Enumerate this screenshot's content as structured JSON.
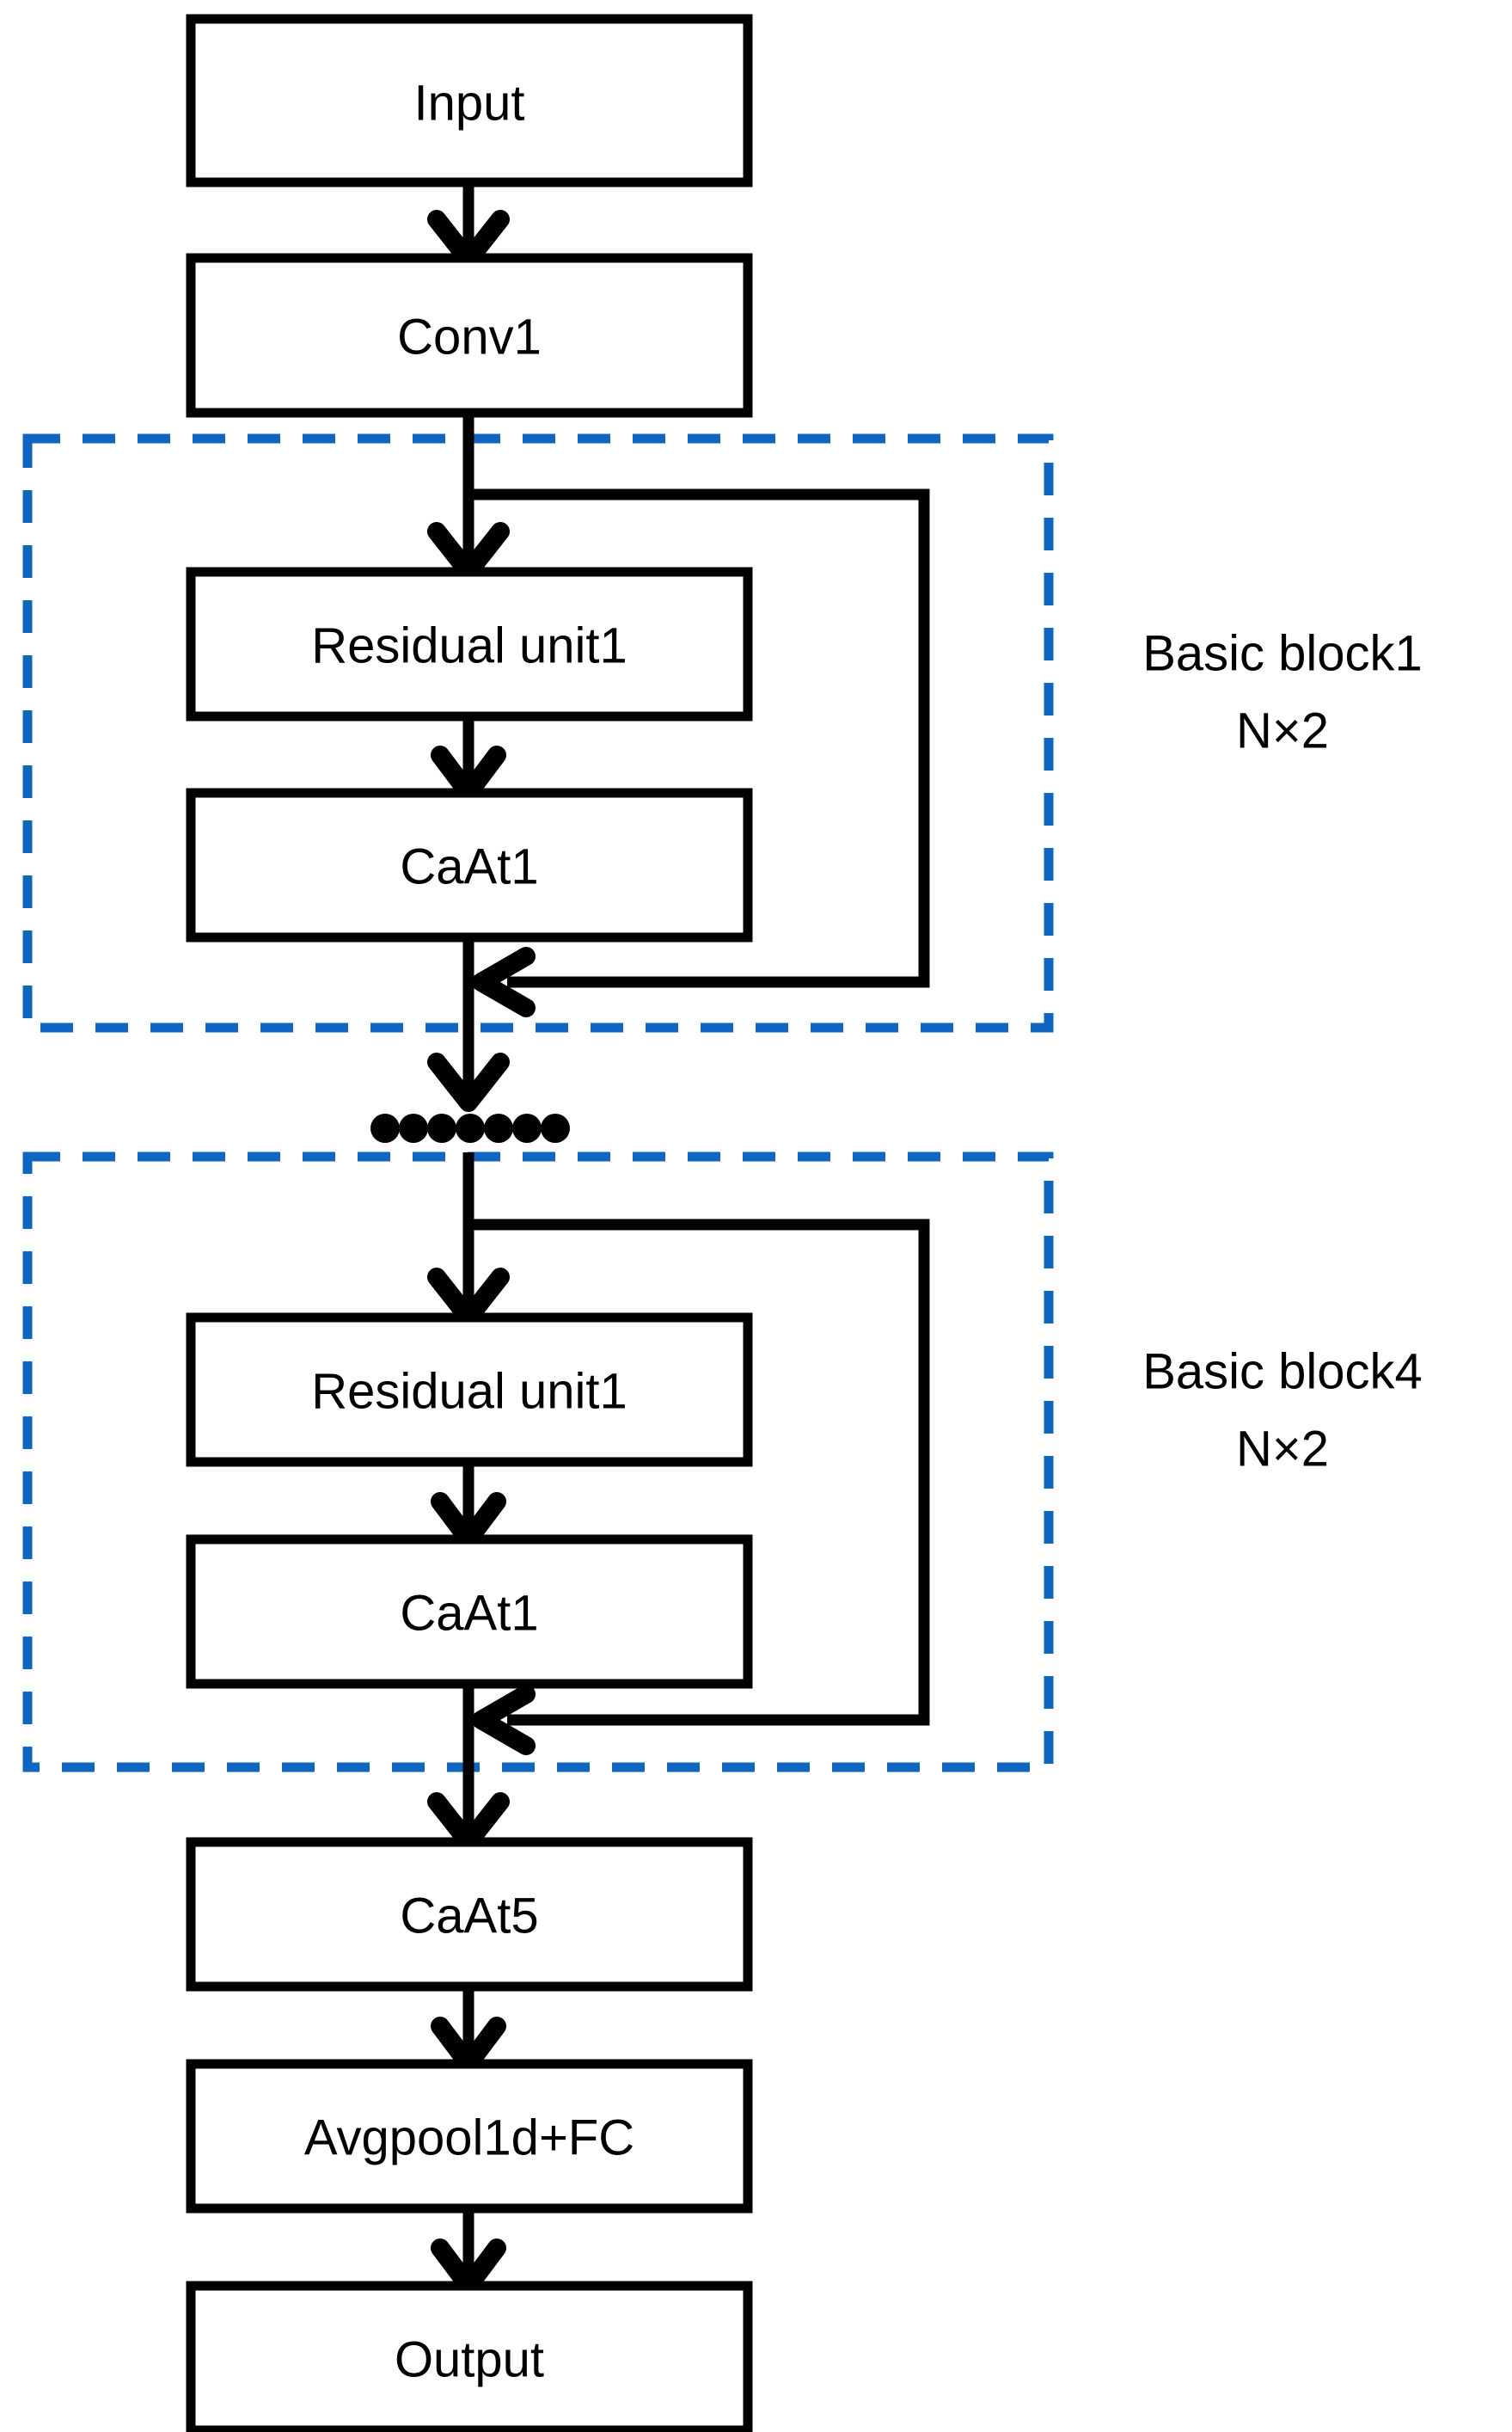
{
  "diagram": {
    "title": "CNN architecture flowchart",
    "type": "flowchart",
    "colors": {
      "box_stroke": "#000000",
      "box_fill": "#ffffff",
      "group_stroke": "#0F65BF",
      "arrow": "#000000",
      "text": "#000000",
      "background": "#ffffff"
    },
    "nodes": {
      "input": "Input",
      "conv1": "Conv1",
      "residual_unit_b1": "Residual unit1",
      "caat1_b1": "CaAt1",
      "residual_unit_b4": "Residual unit1",
      "caat1_b4": "CaAt1",
      "caat5": "CaAt5",
      "avgpool_fc": "Avgpool1d+FC",
      "output": "Output"
    },
    "groups": {
      "block1": {
        "name": "Basic block1",
        "repeat": "N×2"
      },
      "block4": {
        "name": "Basic block4",
        "repeat": "N×2"
      }
    },
    "ellipsis": {
      "label": "•••••••",
      "dot_count": 7
    },
    "edges": [
      {
        "from": "input",
        "to": "conv1",
        "kind": "arrow"
      },
      {
        "from": "conv1",
        "to": "residual_unit_b1",
        "kind": "arrow"
      },
      {
        "from": "residual_unit_b1",
        "to": "caat1_b1",
        "kind": "arrow"
      },
      {
        "from": "caat1_b1",
        "to": "block1_out",
        "kind": "arrow"
      },
      {
        "from": "conv1_tap",
        "to": "block1_merge",
        "kind": "skip"
      },
      {
        "from": "block1_out",
        "to": "ellipsis",
        "kind": "arrow"
      },
      {
        "from": "ellipsis",
        "to": "residual_unit_b4",
        "kind": "arrow"
      },
      {
        "from": "residual_unit_b4",
        "to": "caat1_b4",
        "kind": "arrow"
      },
      {
        "from": "block4_in_tap",
        "to": "block4_merge",
        "kind": "skip"
      },
      {
        "from": "caat1_b4",
        "to": "caat5",
        "kind": "arrow"
      },
      {
        "from": "caat5",
        "to": "avgpool_fc",
        "kind": "arrow"
      },
      {
        "from": "avgpool_fc",
        "to": "output",
        "kind": "arrow"
      }
    ]
  }
}
